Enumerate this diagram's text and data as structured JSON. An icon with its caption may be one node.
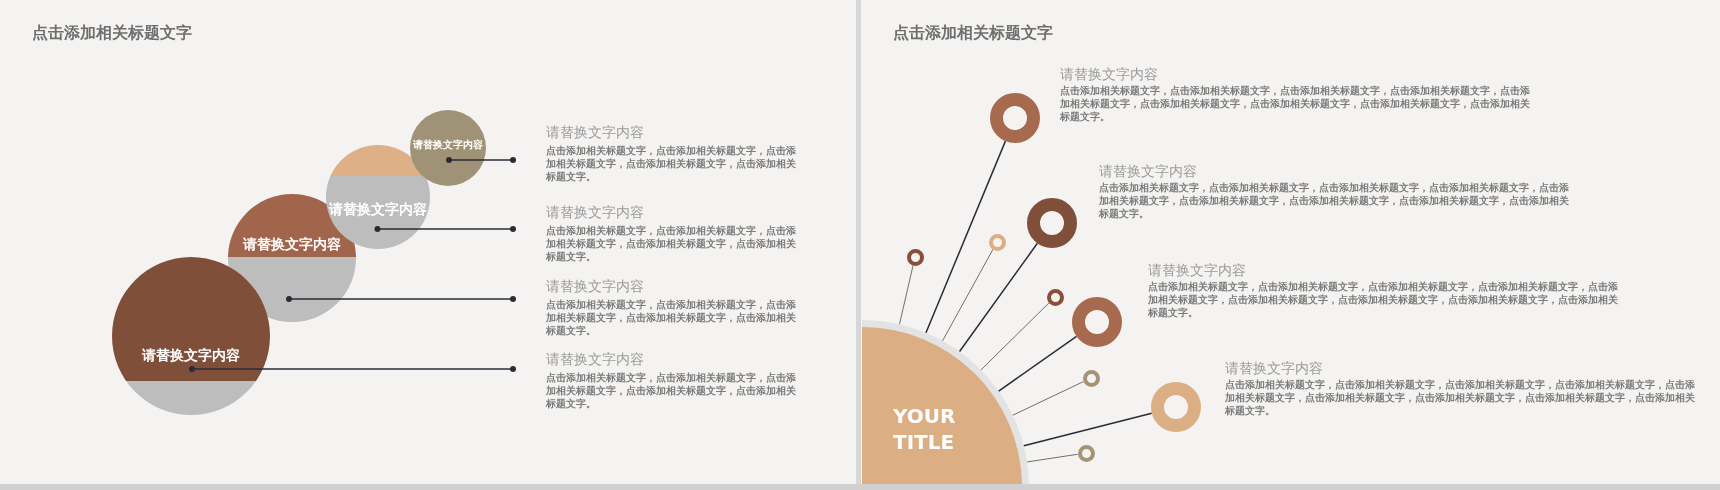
{
  "diagram": {
    "nodes": [
      {
        "text": [
          "请替换文字内容"
        ]
      },
      {
        "text": [
          "请替换文字内容"
        ]
      },
      {
        "text": [
          "请替换文字内容"
        ]
      },
      {
        "text": [
          "请替换文字内容"
        ]
      },
      {
        "text": [
          "请替换文字内容",
          "点击添加相关标题文字，点击添加相关标题文字，点击添加相关标题文字，点击添加相关标题文字，点击添加相关标题文字。"
        ]
      },
      {
        "text": [
          "请替换文字内容",
          "点击添加相关标题文字，点击添加相关标题文字，点击添加相关标题文字，点击添加相关标题文字，点击添加相关标题文字。"
        ]
      },
      {
        "text": [
          "请替换文字内容",
          "点击添加相关标题文字，点击添加相关标题文字，点击添加相关标题文字，点击添加相关标题文字，点击添加相关标题文字。"
        ]
      },
      {
        "text": [
          "请替换文字内容",
          "点击添加相关标题文字，点击添加相关标题文字，点击添加相关标题文字，点击添加相关标题文字，点击添加相关标题文字。"
        ]
      },
      {
        "text": [
          "YOUR TITLE"
        ]
      },
      {
        "text": [],
        "shape": "circle",
        "beside": [
          "请替换文字内容",
          "点击添加相关标题文字，点击添加相关标题文字，点击添加相关标题文字，点击添加相关标题文字，点击添加相关标题文字，点击添加相关标题文字，点击添加相关标题文字，点击添加相关标题文字，点击添加相关标题文字。"
        ]
      },
      {
        "text": [],
        "shape": "circle",
        "beside": [
          "请替换文字内容",
          "点击添加相关标题文字，点击添加相关标题文字，点击添加相关标题文字，点击添加相关标题文字，点击添加相关标题文字，点击添加相关标题文字，点击添加相关标题文字，点击添加相关标题文字，点击添加相关标题文字。"
        ]
      },
      {
        "text": [],
        "shape": "circle"
      },
      {
        "text": [],
        "shape": "circle"
      },
      {
        "text": [],
        "shape": "circle"
      },
      {
        "text": [],
        "shape": "circle",
        "beside": [
          "请替换文字内容",
          "点击添加相关标题文字，点击添加相关标题文字，点击添加相关标题文字，点击添加相关标题文字，点击添加相关标题文字，点击添加相关标题文字，点击添加相关标题文字，点击添加相关标题文字，点击添加相关标题文字。"
        ]
      },
      {
        "text": [],
        "shape": "circle"
      },
      {
        "text": [],
        "shape": "circle",
        "beside": [
          "请替换文字内容",
          "点击添加相关标题文字，点击添加相关标题文字，点击添加相关标题文字，点击添加相关标题文字，点击添加相关标题文字，点击添加相关标题文字，点击添加相关标题文字，点击添加相关标题文字，点击添加相关标题文字。"
        ]
      },
      {
        "text": [],
        "shape": "circle"
      }
    ],
    "edges": [
      {
        "from": 0,
        "to": 4,
        "arrow": "other"
      },
      {
        "from": 1,
        "to": 5,
        "arrow": "other"
      },
      {
        "from": 2,
        "to": 6,
        "arrow": "other"
      },
      {
        "from": 3,
        "to": 7,
        "arrow": "other"
      },
      {
        "from": 8,
        "to": 9,
        "arrow": "none"
      },
      {
        "from": 8,
        "to": 10,
        "arrow": "none"
      },
      {
        "from": 8,
        "to": 11,
        "arrow": "none",
        "color": "#707070"
      },
      {
        "from": 8,
        "to": 12,
        "arrow": "none",
        "color": "#707070"
      },
      {
        "from": 8,
        "to": 13,
        "arrow": "none",
        "color": "#707070"
      },
      {
        "from": 8,
        "to": 14,
        "arrow": "none"
      },
      {
        "from": 8,
        "to": 15,
        "arrow": "none",
        "color": "#707070"
      },
      {
        "from": 8,
        "to": 16,
        "arrow": "none"
      },
      {
        "from": 8,
        "to": 17,
        "arrow": "none",
        "color": "#707070"
      }
    ],
    "labels": [
      "点击添加相关标题文字",
      "点击添加相关标题文字"
    ]
  }
}
